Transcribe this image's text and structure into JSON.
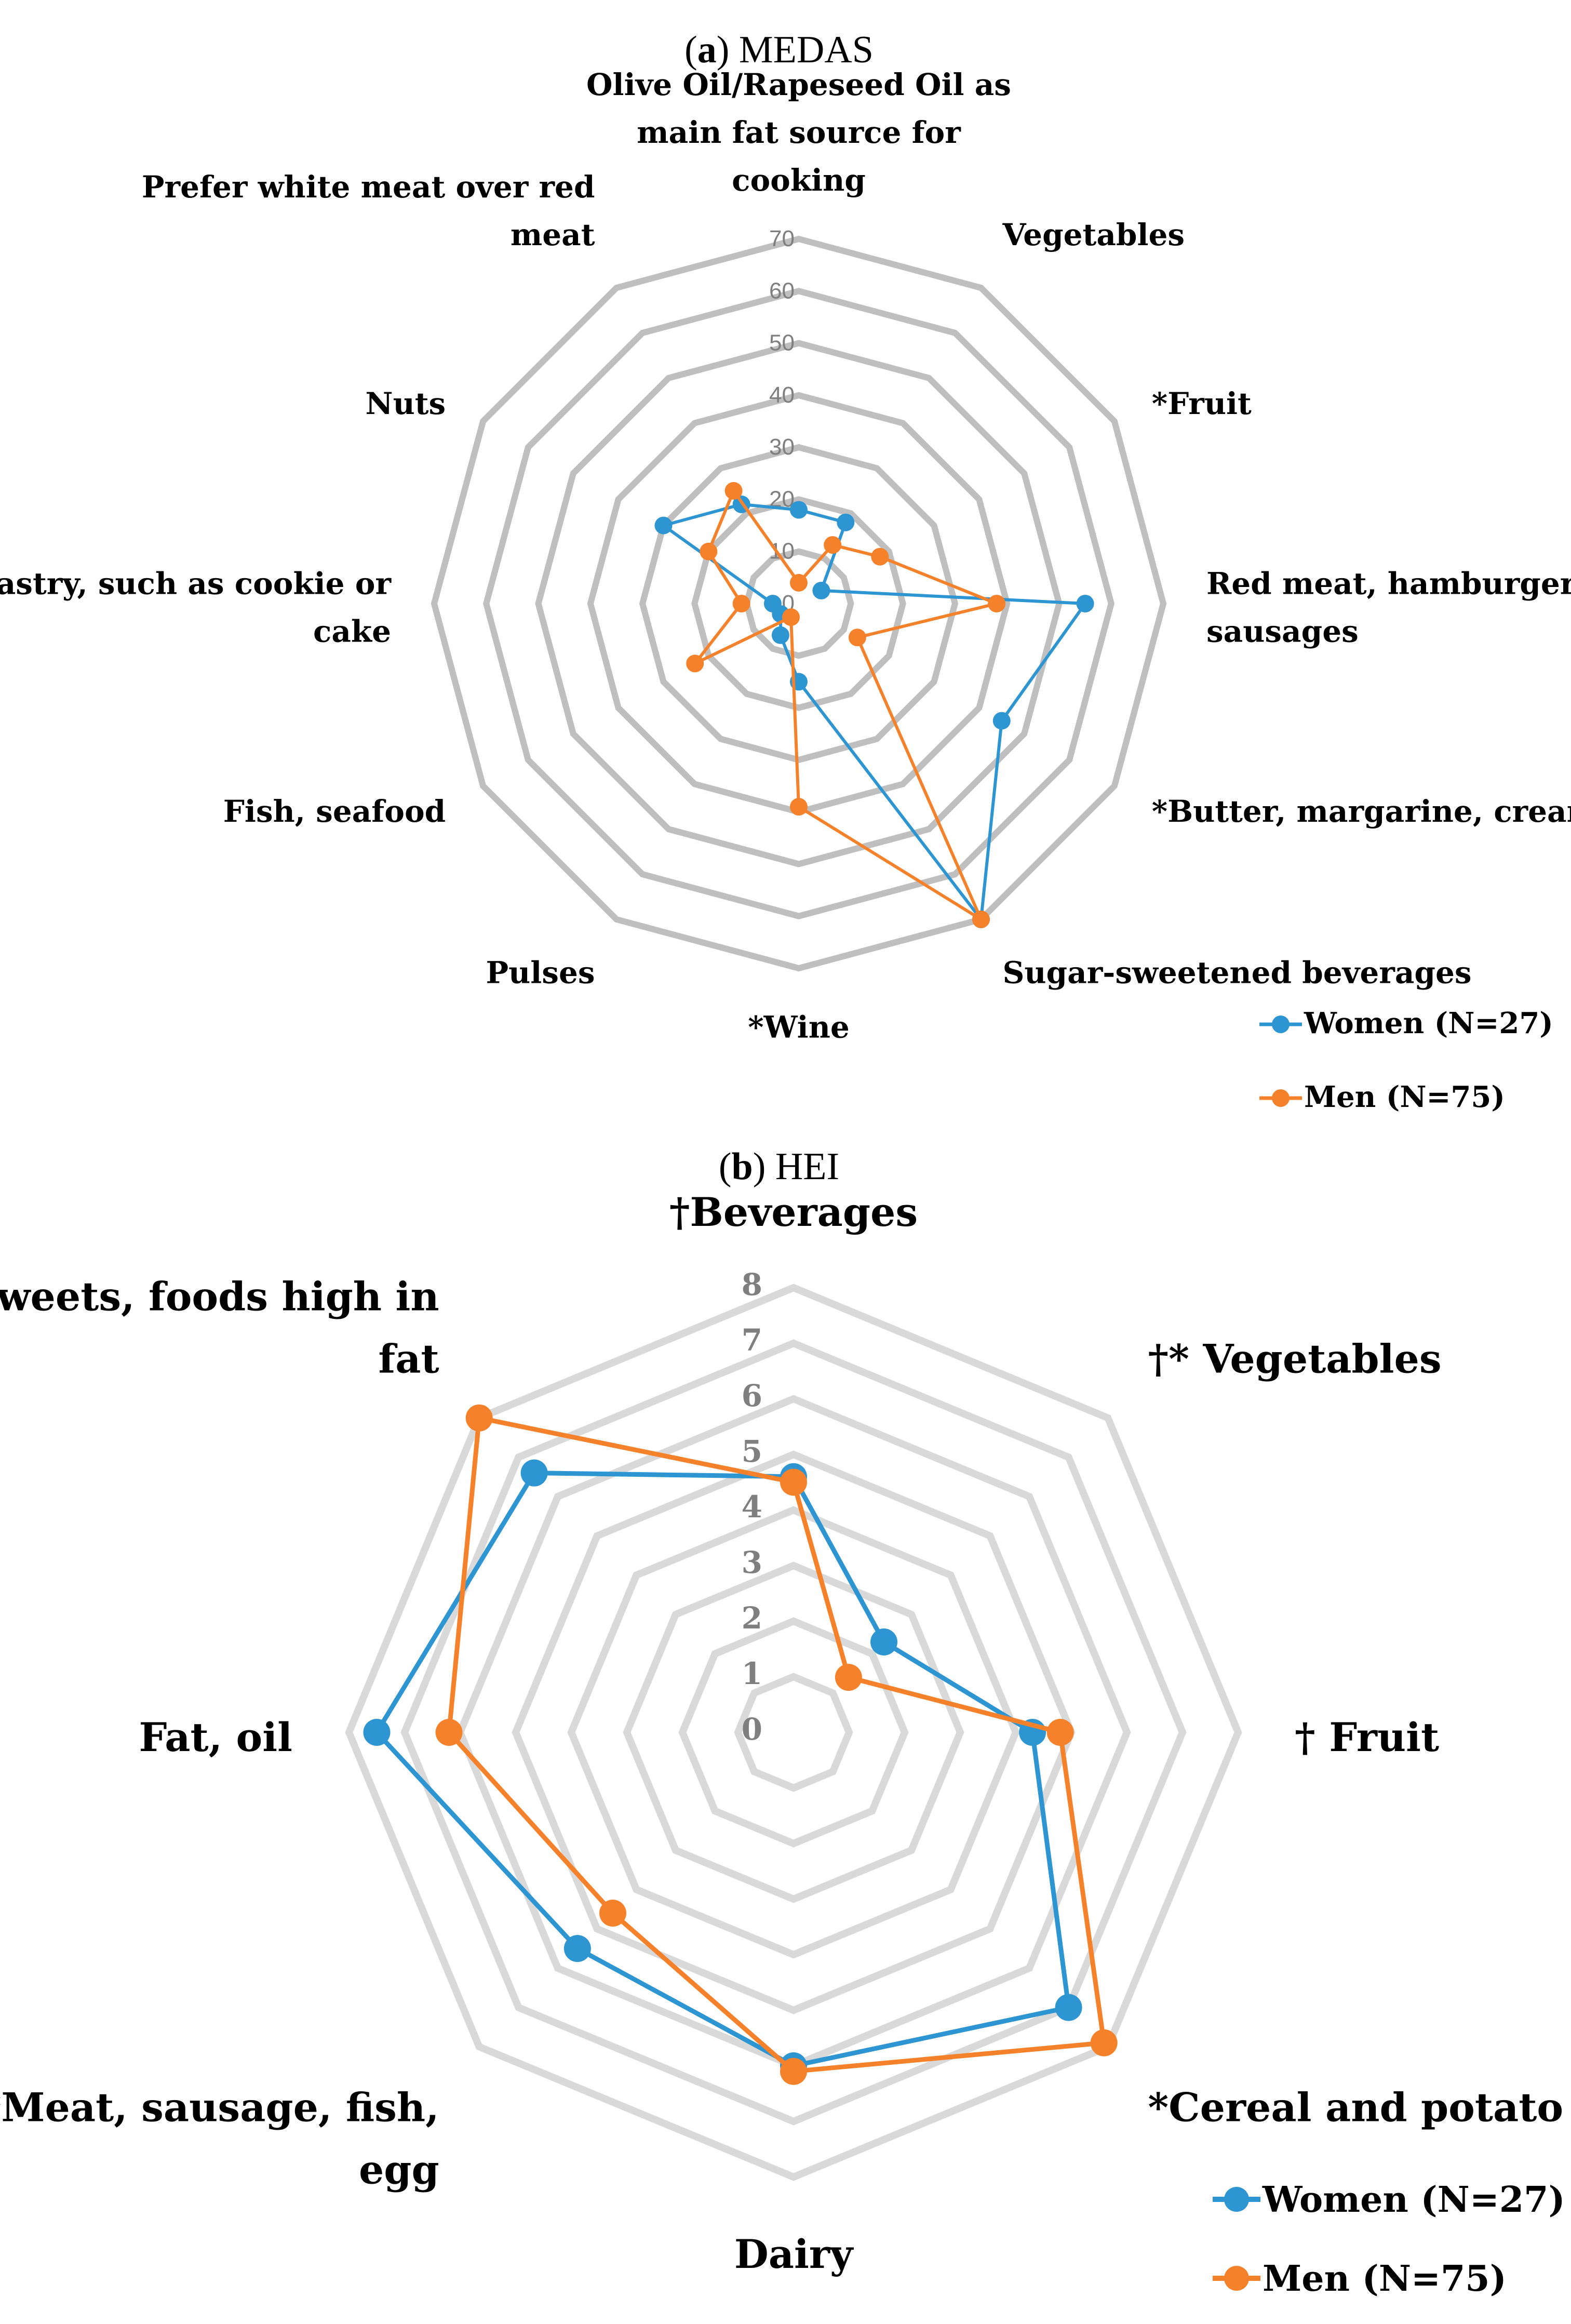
{
  "chart_data": [
    {
      "type": "radar",
      "panel_letter": "a",
      "title": "MEDAS",
      "rmax": 70,
      "ticks": [
        "0",
        "10",
        "20",
        "30",
        "40",
        "50",
        "60",
        "70"
      ],
      "axes": [
        "Olive Oil/Rapeseed Oil as main fat source for cooking",
        "Vegetables",
        "*Fruit",
        "Red meat, hamburger, sausages",
        "*Butter, margarine, cream",
        "Sugar-sweetened beverages",
        "*Wine",
        "Pulses",
        "Fish, seafood",
        "Pastry, such as cookie or cake",
        "Nuts",
        "Prefer white meat over red meat"
      ],
      "series": [
        {
          "name": "Women (N=27)",
          "color": "#2e95d3",
          "values": [
            18,
            18,
            5,
            55,
            45,
            70,
            15,
            7,
            4,
            5,
            30,
            22
          ]
        },
        {
          "name": "Men (N=75)",
          "color": "#f5822a",
          "values": [
            4,
            13,
            18,
            38,
            13,
            70,
            39,
            3,
            23,
            11,
            20,
            25
          ]
        }
      ]
    },
    {
      "type": "radar",
      "panel_letter": "b",
      "title": "HEI",
      "rmax": 8,
      "ticks": [
        "0",
        "1",
        "2",
        "3",
        "4",
        "5",
        "6",
        "7",
        "8"
      ],
      "axes": [
        "†Beverages",
        "†* Vegetables",
        "† Fruit",
        "*Cereal and potato",
        "Dairy",
        "*Meat, sausage, fish, egg",
        "Fat, oil",
        "*Sweets, foods high in fat"
      ],
      "series": [
        {
          "name": "Women (N=27)",
          "color": "#2e95d3",
          "values": [
            4.6,
            2.3,
            4.3,
            7.0,
            6.0,
            5.5,
            7.5,
            6.6
          ]
        },
        {
          "name": "Men (N=75)",
          "color": "#f5822a",
          "values": [
            4.5,
            1.4,
            4.8,
            7.9,
            6.1,
            4.6,
            6.2,
            8.0
          ]
        }
      ]
    }
  ]
}
